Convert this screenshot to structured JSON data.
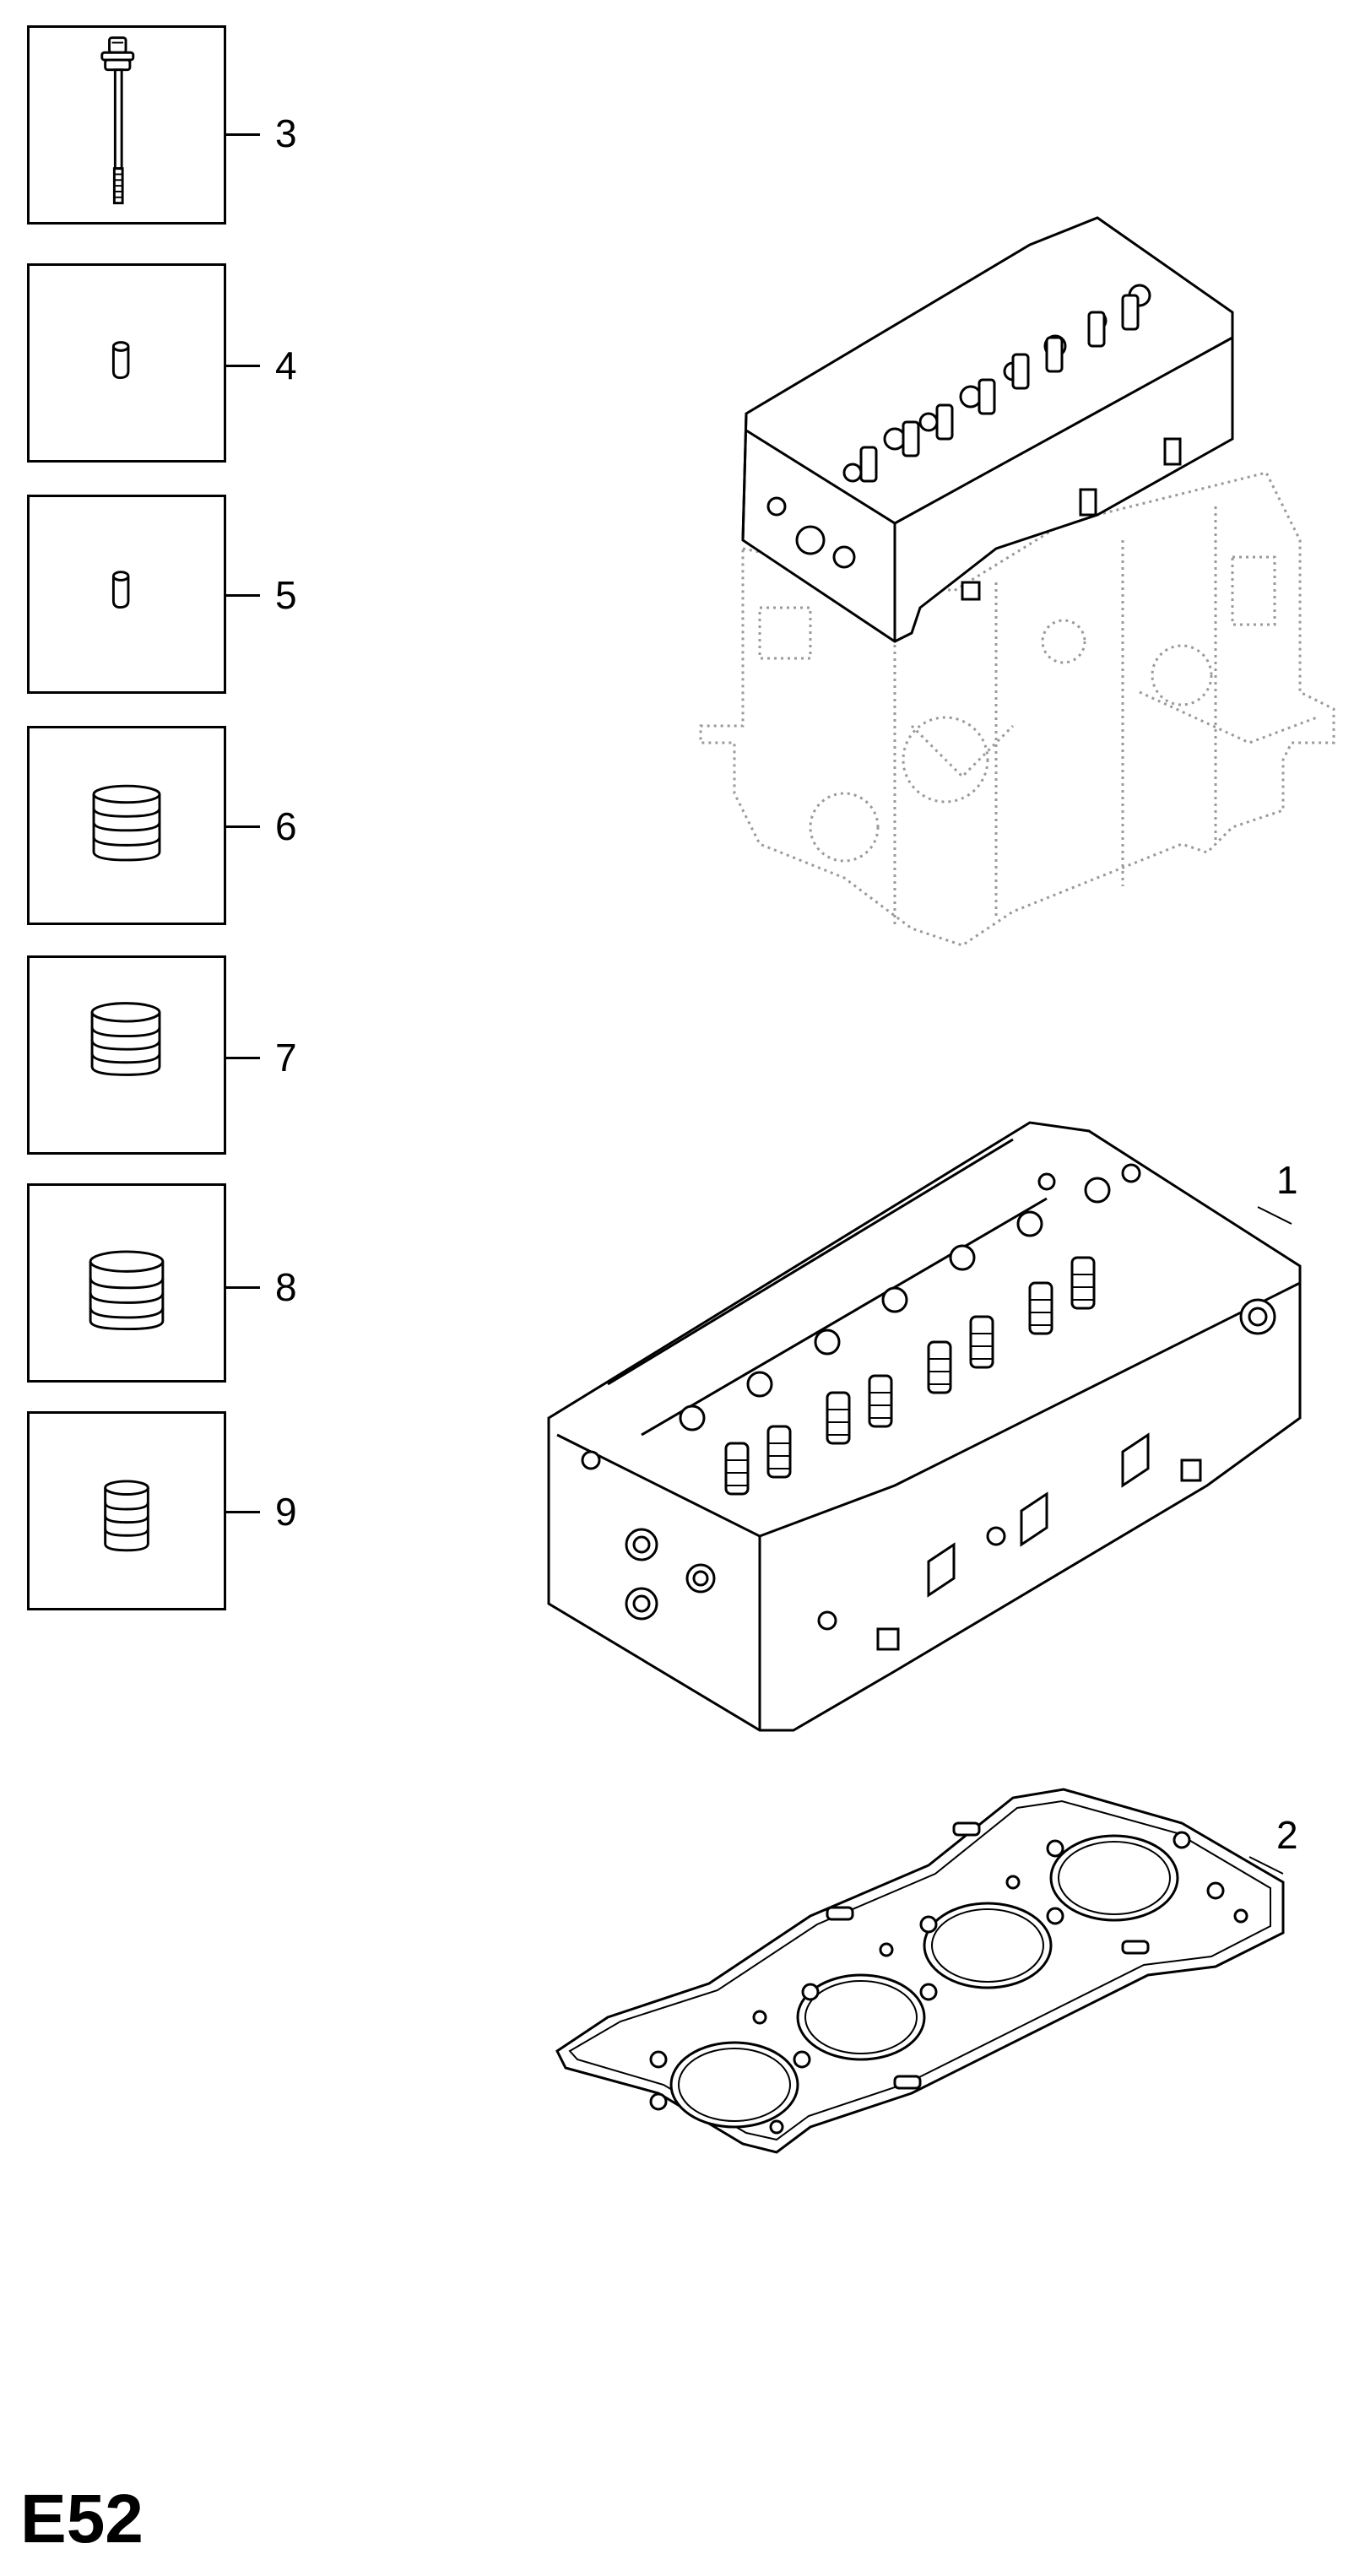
{
  "callouts": {
    "c1": "1",
    "c2": "2",
    "c3": "3",
    "c4": "4",
    "c5": "5",
    "c6": "6",
    "c7": "7",
    "c8": "8",
    "c9": "9"
  },
  "page_code": "E52",
  "icons": {
    "p3": "cylinder-head-bolt-icon",
    "p4": "dowel-pin-icon",
    "p5": "dowel-pin-icon",
    "p6": "shim-stack-icon",
    "p7": "shim-stack-icon",
    "p8": "shim-stack-icon",
    "p9": "shim-stack-icon"
  },
  "colors": {
    "line": "#000000",
    "ghost": "#9a9a9a",
    "background": "#ffffff"
  }
}
